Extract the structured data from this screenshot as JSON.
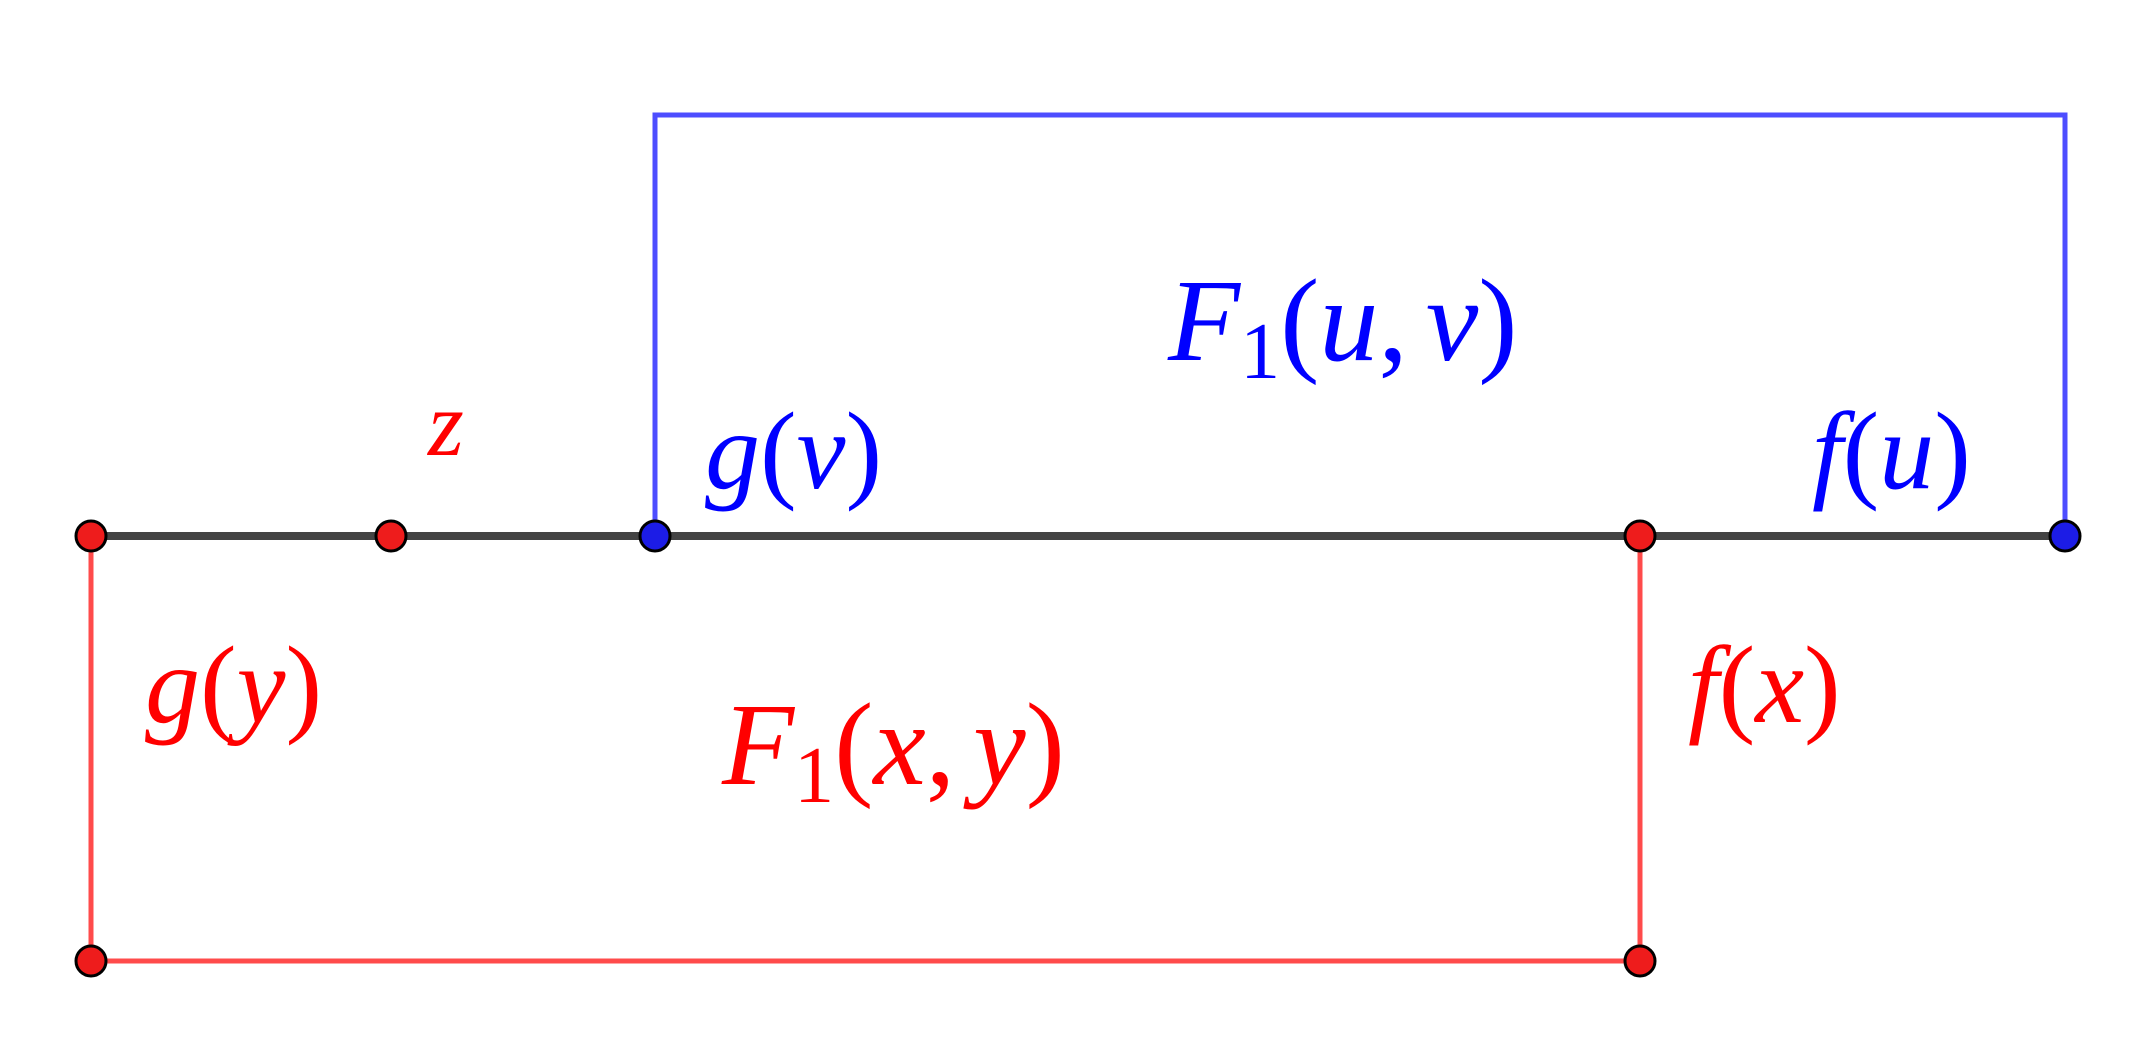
{
  "colors": {
    "red_stroke": "#ff4b4b",
    "red_point": "#ee1c1c",
    "red_text": "#ff0000",
    "blue_stroke": "#4d4dff",
    "blue_point": "#1c1ce6",
    "blue_text": "#0000ff",
    "axis": "#444444",
    "point_outline": "#000000",
    "background": "#ffffff"
  },
  "labels": {
    "z": "z",
    "g_v": {
      "fn": "g",
      "open": "(",
      "arg": "v",
      "close": ")"
    },
    "F1_uv": {
      "fn": "F",
      "sub": "1",
      "open": "(",
      "arg1": "u",
      "comma": ",",
      "arg2": "v",
      "close": ")"
    },
    "f_u": {
      "fn": "f",
      "open": "(",
      "arg": "u",
      "close": ")"
    },
    "g_y": {
      "fn": "g",
      "open": "(",
      "arg": "y",
      "close": ")"
    },
    "F1_xy": {
      "fn": "F",
      "sub": "1",
      "open": "(",
      "arg1": "x",
      "comma": ",",
      "arg2": "y",
      "close": ")"
    },
    "f_x": {
      "fn": "f",
      "open": "(",
      "arg": "x",
      "close": ")"
    }
  }
}
